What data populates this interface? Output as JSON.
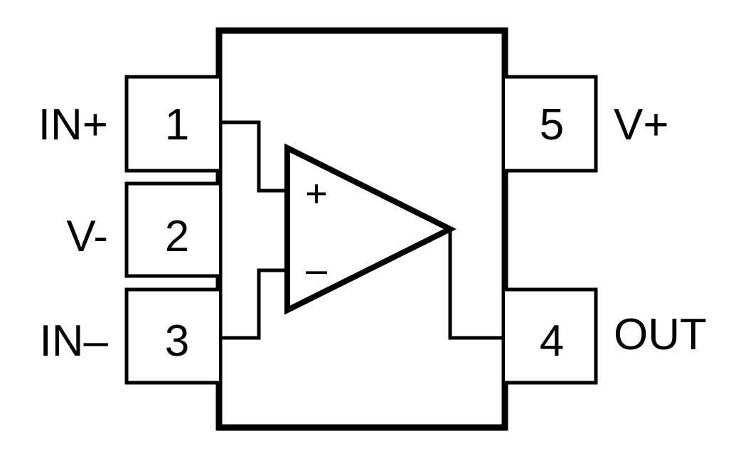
{
  "pins": {
    "pin1": {
      "number": "1",
      "label": "IN+"
    },
    "pin2": {
      "number": "2",
      "label": "V-"
    },
    "pin3": {
      "number": "3",
      "label": "IN–"
    },
    "pin4": {
      "number": "4",
      "label": "OUT"
    },
    "pin5": {
      "number": "5",
      "label": "V+"
    }
  },
  "opamp": {
    "plus_sign": "+",
    "minus_sign": "–"
  },
  "colors": {
    "stroke": "#000000",
    "background": "#ffffff"
  }
}
